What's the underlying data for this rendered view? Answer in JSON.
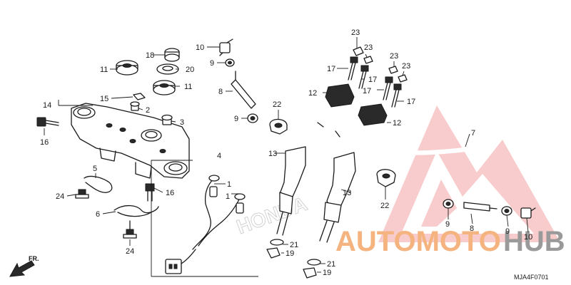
{
  "diagram": {
    "reference_code": "MJA4F0701",
    "direction_label": "FR.",
    "watermark_text": [
      "AUTOMOTO",
      "HUB"
    ],
    "watermark_colors": {
      "triangle": "#f08a8a",
      "auto": "#f5b37f",
      "hub": "#9a9a9a"
    },
    "faded_brand_text": "HONDA",
    "callouts": {
      "c1a": "1",
      "c1b": "1",
      "c2": "2",
      "c3": "3",
      "c4": "4",
      "c5": "5",
      "c6": "6",
      "c7": "7",
      "c8a": "8",
      "c8b": "8",
      "c9a": "9",
      "c9b": "9",
      "c9c": "9",
      "c9d": "9",
      "c10a": "10",
      "c10b": "10",
      "c11a": "11",
      "c11b": "11",
      "c12a": "12",
      "c12b": "12",
      "c13a": "13",
      "c13b": "13",
      "c14": "14",
      "c15": "15",
      "c16a": "16",
      "c16b": "16",
      "c17a": "17",
      "c17b": "17",
      "c17c": "17",
      "c17d": "17",
      "c18": "18",
      "c19a": "19",
      "c19b": "19",
      "c20": "20",
      "c21a": "21",
      "c21b": "21",
      "c22a": "22",
      "c22b": "22",
      "c23a": "23",
      "c23b": "23",
      "c23c": "23",
      "c23d": "23",
      "c24a": "24",
      "c24b": "24"
    }
  }
}
